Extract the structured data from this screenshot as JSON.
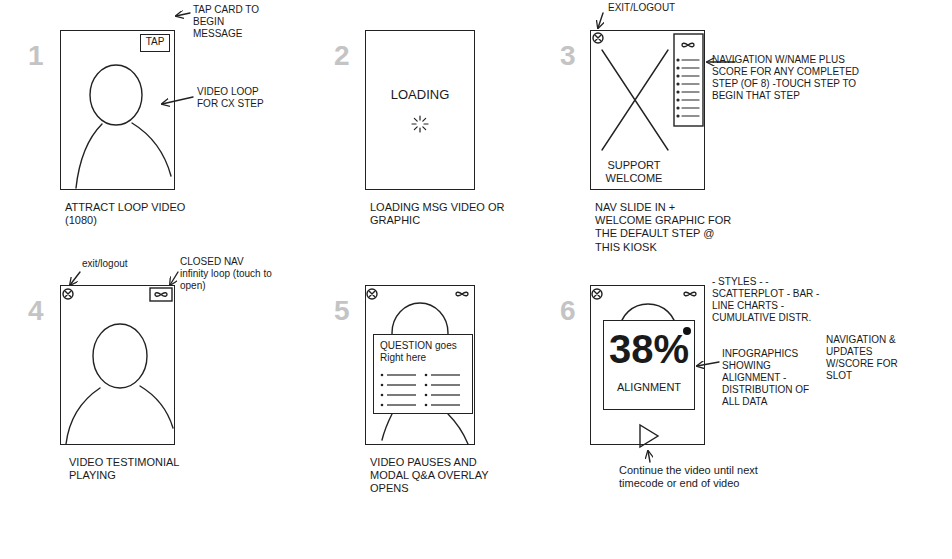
{
  "diagram": {
    "nodes": [
      {
        "text": [
          "ATTRACT LOOP VIDEO (1080)"
        ]
      },
      {
        "text": [
          "TAP"
        ],
        "in": 0
      },
      {
        "text": [
          "LOADING",
          "LOADING MSG VIDEO OR GRAPHIC"
        ]
      },
      {
        "text": [
          "SUPPORT WELCOME",
          "NAV SLIDE IN + WELCOME GRAPHIC FOR THE DEFAULT STEP @ THIS KIOSK"
        ]
      },
      {
        "text": [
          "VIDEO TESTIMONIAL PLAYING"
        ]
      },
      {
        "text": [
          "VIDEO PAUSES AND MODAL Q&A OVERLAY OPENS"
        ]
      },
      {
        "text": [
          "QUESTION goes Right here"
        ],
        "in": 5
      },
      {
        "text": [
          "Continue the video until next timecode or end of video"
        ]
      },
      {
        "text": [
          "38%",
          "ALIGNMENT"
        ],
        "in": 7
      }
    ],
    "labels": [
      "1",
      "TAP CARD TO BEGIN MESSAGE",
      "VIDEO LOOP FOR CX STEP",
      "2",
      "3",
      "EXIT/LOGOUT",
      "NAVIGATION W/NAME PLUS SCORE FOR ANY COMPLETED STEP (OF 8) -TOUCH STEP TO BEGIN THAT STEP",
      "4",
      "exit/logout",
      "CLOSED NAV infinity loop (touch to open)",
      "5",
      "6",
      "- STYLES - - SCATTERPLOT - BAR - LINE CHARTS - CUMULATIVE DISTR.",
      "INFOGRAPHICS SHOWING ALIGNMENT - DISTRIBUTION OF ALL DATA",
      "NAVIGATION & UPDATES W/SCORE FOR SLOT"
    ]
  }
}
